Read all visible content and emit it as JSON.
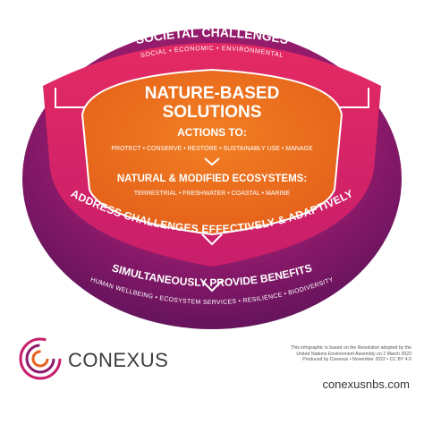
{
  "outer": {
    "title": "SOCIETAL CHALLENGES",
    "subtitle": "SOCIAL • ECONOMIC • ENVIRONMENTAL"
  },
  "core": {
    "title_line1": "NATURE-BASED",
    "title_line2": "SOLUTIONS",
    "actions_heading": "ACTIONS TO:",
    "actions": "PROTECT • CONSERVE • RESTORE • SUSTAINABLY USE • MANAGE",
    "ecosystems_heading": "NATURAL & MODIFIED ECOSYSTEMS:",
    "ecosystems": "TERRESTRIAL • FRESHWATER • COASTAL • MARINE"
  },
  "ring_middle": {
    "text": "ADDRESS CHALLENGES EFFECTIVELY & ADAPTIVELY"
  },
  "ring_bottom": {
    "title": "SIMULTANEOUSLY PROVIDE BENEFITS",
    "subtitle": "HUMAN WELLBEING • ECOSYSTEM SERVICES • RESILIENCE • BIODIVERSITY"
  },
  "footer": {
    "brand": "CONEXUS",
    "credit_line1": "This infographic is based on the Resolution adopted by the",
    "credit_line2": "United Nations Environment Assembly on 2 March 2022",
    "credit_line3": "Produced by Conexus • November 2022 • CC BY 4.0",
    "website": "conexusnbs.com"
  },
  "colors": {
    "outer_dark": "#5c1259",
    "outer_mid": "#8e1a6b",
    "pink": "#e0246a",
    "magenta_band": "#c41f6e",
    "orange": "#ef7420",
    "white": "#ffffff"
  }
}
